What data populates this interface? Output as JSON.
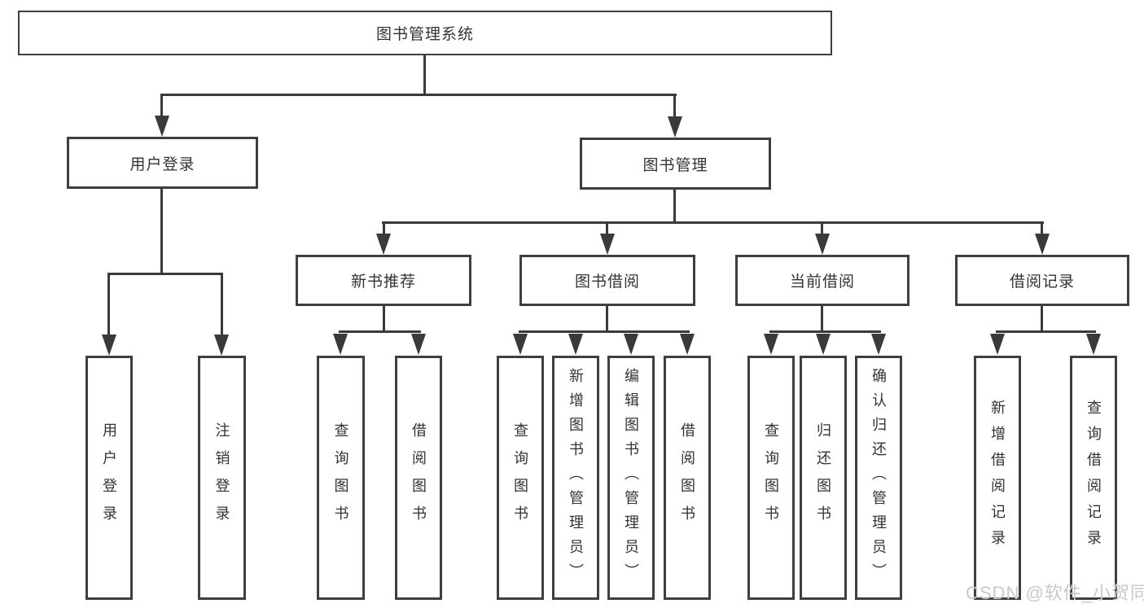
{
  "diagram": {
    "root": "图书管理系统",
    "level2": {
      "user": "用户登录",
      "book": "图书管理"
    },
    "level3": {
      "recommend": "新书推荐",
      "borrow": "图书借阅",
      "current": "当前借阅",
      "records": "借阅记录"
    },
    "leaves": {
      "user_login": "用户登录",
      "user_logout": "注销登录",
      "rec_query": "查询图书",
      "rec_borrow": "借阅图书",
      "bor_query": "查询图书",
      "bor_add": "新增图书（管理员）",
      "bor_edit": "编辑图书（管理员）",
      "bor_lend": "借阅图书",
      "cur_query": "查询图书",
      "cur_return": "归还图书",
      "cur_confirm": "确认归还（管理员）",
      "recd_add": "新增借阅记录",
      "recd_query": "查询借阅记录"
    },
    "colors": {
      "line": "#3a3a3a",
      "text": "#333333",
      "watermark_color": "#c8c8cd",
      "background": "#ffffff"
    }
  },
  "watermark": "CSDN @软件_小贺同学"
}
